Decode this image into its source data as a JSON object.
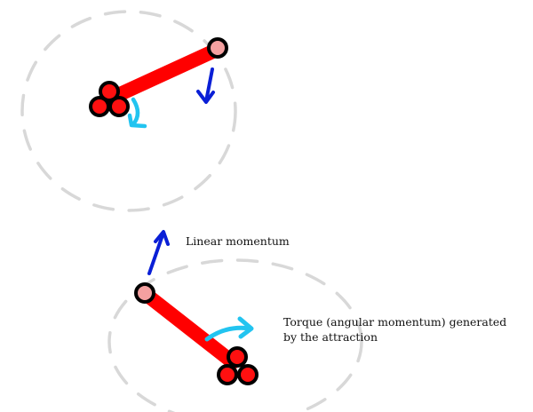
{
  "labels": {
    "linear_momentum": "Linear momentum",
    "torque_line1": "Torque (angular momentum) generated",
    "torque_line2": "by the attraction"
  },
  "colors": {
    "rod": "#ff0000",
    "small_atom_fill": "#f4a0a0",
    "outline": "#000000",
    "linear_arrow": "#0a1fd6",
    "torque_arrow": "#22c4f0",
    "orbit": "#d8d8d8"
  }
}
